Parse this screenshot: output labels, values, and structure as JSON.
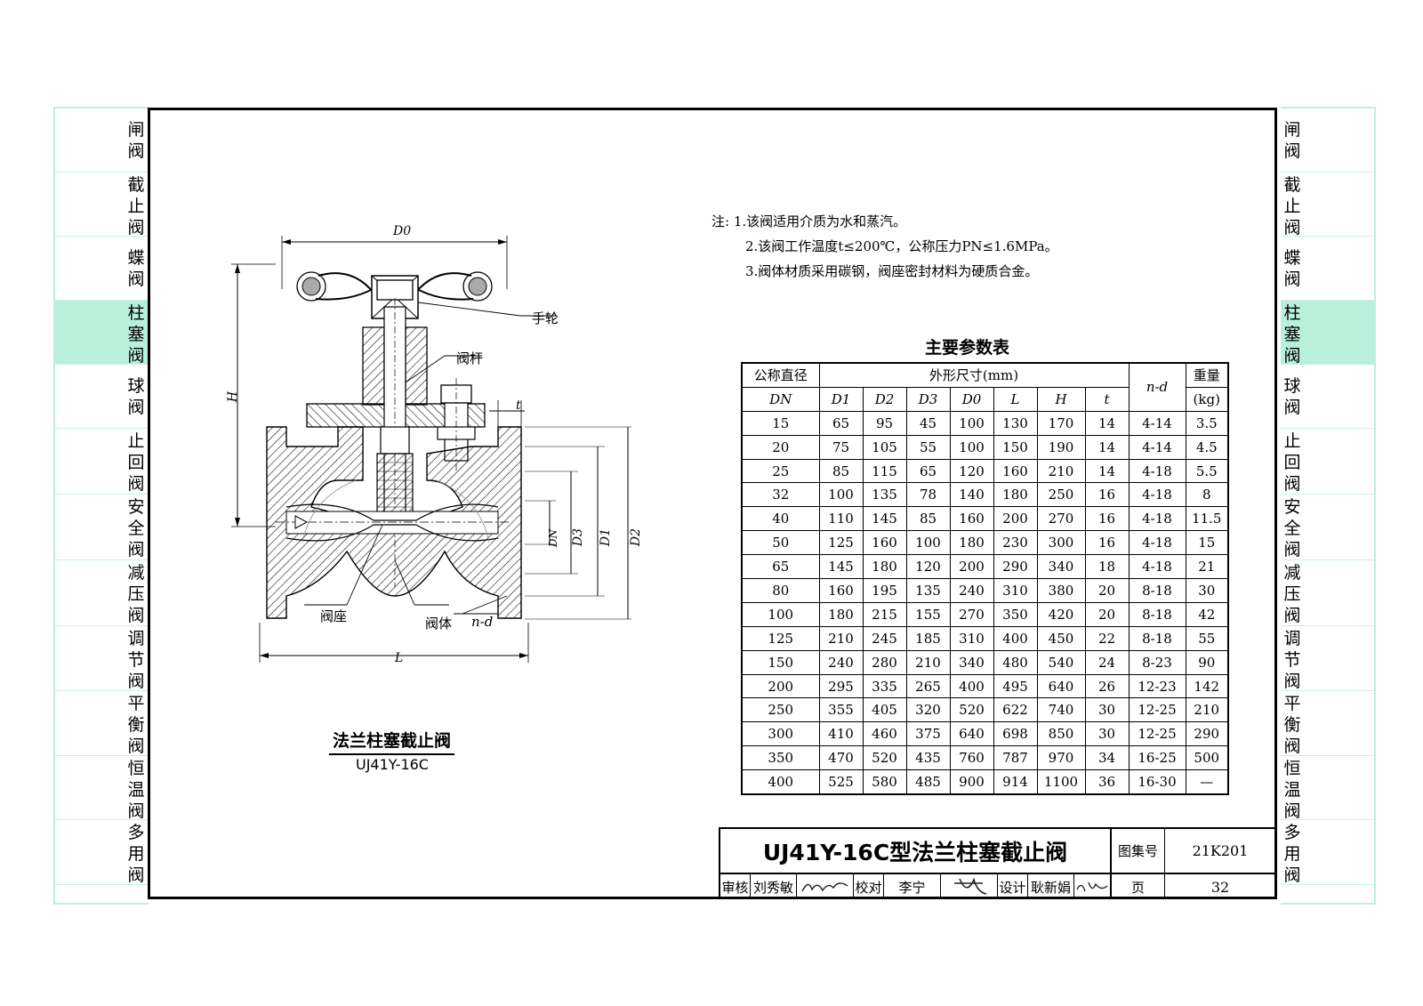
{
  "side_tabs": {
    "items": [
      {
        "label": "闸阀",
        "active": false
      },
      {
        "label": "截止阀",
        "active": false
      },
      {
        "label": "蝶阀",
        "active": false
      },
      {
        "label": "柱塞阀",
        "active": true
      },
      {
        "label": "球阀",
        "active": false
      },
      {
        "label": "止回阀",
        "active": false
      },
      {
        "label": "安全阀",
        "active": false
      },
      {
        "label": "减压阀",
        "active": false
      },
      {
        "label": "调节阀",
        "active": false
      },
      {
        "label": "平衡阀",
        "active": false
      },
      {
        "label": "恒温阀",
        "active": false
      },
      {
        "label": "多用阀",
        "active": false
      }
    ],
    "active_color": "#b9f0dc",
    "line_color": "#bfeee0"
  },
  "notes": {
    "prefix": "注:",
    "items": [
      "1.该阀适用介质为水和蒸汽。",
      "2.该阀工作温度t≤200℃，公称压力PN≤1.6MPa。",
      "3.阀体材质采用碳钢，阀座密封材料为硬质合金。"
    ]
  },
  "drawing": {
    "caption_title": "法兰柱塞截止阀",
    "caption_model": "UJ41Y-16C",
    "labels": {
      "d0": "D0",
      "h": "H",
      "l": "L",
      "t": "t",
      "dn": "DN",
      "d3": "D3",
      "d1": "D1",
      "d2": "D2",
      "handwheel": "手轮",
      "stem": "阀杆",
      "seat": "阀座",
      "body": "阀体",
      "nd": "n-d"
    }
  },
  "param_table": {
    "title": "主要参数表",
    "header": {
      "nominal": "公称直径",
      "dn": "DN",
      "dims": "外形尺寸(mm)",
      "cols": [
        "D1",
        "D2",
        "D3",
        "D0",
        "L",
        "H",
        "t"
      ],
      "nd": "n-d",
      "weight": "重量",
      "weight_unit": "(kg)"
    },
    "rows": [
      [
        "15",
        "65",
        "95",
        "45",
        "100",
        "130",
        "170",
        "14",
        "4-14",
        "3.5"
      ],
      [
        "20",
        "75",
        "105",
        "55",
        "100",
        "150",
        "190",
        "14",
        "4-14",
        "4.5"
      ],
      [
        "25",
        "85",
        "115",
        "65",
        "120",
        "160",
        "210",
        "14",
        "4-18",
        "5.5"
      ],
      [
        "32",
        "100",
        "135",
        "78",
        "140",
        "180",
        "250",
        "16",
        "4-18",
        "8"
      ],
      [
        "40",
        "110",
        "145",
        "85",
        "160",
        "200",
        "270",
        "16",
        "4-18",
        "11.5"
      ],
      [
        "50",
        "125",
        "160",
        "100",
        "180",
        "230",
        "300",
        "16",
        "4-18",
        "15"
      ],
      [
        "65",
        "145",
        "180",
        "120",
        "200",
        "290",
        "340",
        "18",
        "4-18",
        "21"
      ],
      [
        "80",
        "160",
        "195",
        "135",
        "240",
        "310",
        "380",
        "20",
        "8-18",
        "30"
      ],
      [
        "100",
        "180",
        "215",
        "155",
        "270",
        "350",
        "420",
        "20",
        "8-18",
        "42"
      ],
      [
        "125",
        "210",
        "245",
        "185",
        "310",
        "400",
        "450",
        "22",
        "8-18",
        "55"
      ],
      [
        "150",
        "240",
        "280",
        "210",
        "340",
        "480",
        "540",
        "24",
        "8-23",
        "90"
      ],
      [
        "200",
        "295",
        "335",
        "265",
        "400",
        "495",
        "640",
        "26",
        "12-23",
        "142"
      ],
      [
        "250",
        "355",
        "405",
        "320",
        "520",
        "622",
        "740",
        "30",
        "12-25",
        "210"
      ],
      [
        "300",
        "410",
        "460",
        "375",
        "640",
        "698",
        "850",
        "30",
        "12-25",
        "290"
      ],
      [
        "350",
        "470",
        "520",
        "435",
        "760",
        "787",
        "970",
        "34",
        "16-25",
        "500"
      ],
      [
        "400",
        "525",
        "580",
        "485",
        "900",
        "914",
        "1100",
        "36",
        "16-30",
        "—"
      ]
    ]
  },
  "title_block": {
    "title": "UJ41Y-16C型法兰柱塞截止阀",
    "atlas_label": "图集号",
    "atlas_no": "21K201",
    "review_label": "审核",
    "reviewer": "刘秀敏",
    "check_label": "校对",
    "checker": "李宁",
    "design_label": "设计",
    "designer": "耿新娟",
    "page_label": "页",
    "page_no": "32"
  }
}
